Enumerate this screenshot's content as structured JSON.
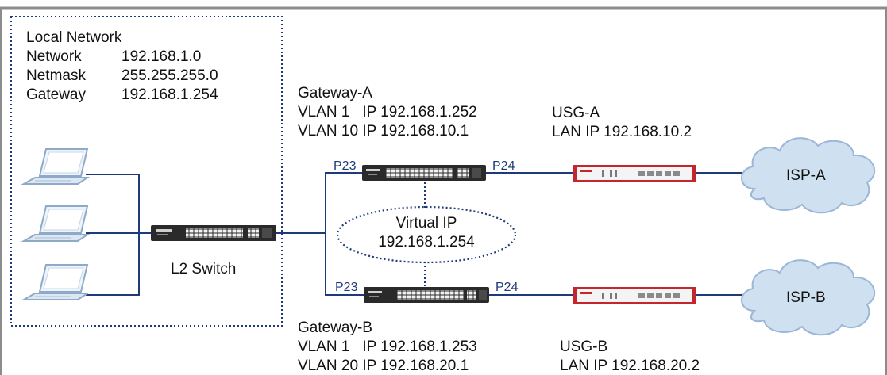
{
  "colors": {
    "frame": "#8c8c8c",
    "link": "#1f3a7a",
    "dotted": "#1f3a7a",
    "cloud_fill": "#cfe0f0",
    "cloud_stroke": "#9bb6d6",
    "usg_red": "#c4262e",
    "switch_body": "#2a2a2a"
  },
  "local_network": {
    "title": "Local Network",
    "rows": [
      {
        "key": "Network",
        "value": "192.168.1.0"
      },
      {
        "key": "Netmask",
        "value": "255.255.255.0"
      },
      {
        "key": "Gateway",
        "value": "192.168.1.254"
      }
    ]
  },
  "l2_switch": {
    "label": "L2 Switch",
    "icon": "switch-icon"
  },
  "gateway_a": {
    "title": "Gateway-A",
    "lines": [
      "VLAN 1   IP 192.168.1.252",
      "VLAN 10 IP 192.168.10.1"
    ],
    "port_left": "P23",
    "port_right": "P24"
  },
  "gateway_b": {
    "title": "Gateway-B",
    "lines": [
      "VLAN 1   IP 192.168.1.253",
      "VLAN 20 IP 192.168.20.1"
    ],
    "port_left": "P23",
    "port_right": "P24"
  },
  "virtual_ip": {
    "title": "Virtual IP",
    "address": "192.168.1.254"
  },
  "usg_a": {
    "title": "USG-A",
    "lan": "LAN IP 192.168.10.2",
    "icon": "firewall-icon"
  },
  "usg_b": {
    "title": "USG-B",
    "lan": "LAN IP 192.168.20.2",
    "icon": "firewall-icon"
  },
  "isp_a": {
    "label": "ISP-A",
    "icon": "cloud-icon"
  },
  "isp_b": {
    "label": "ISP-B",
    "icon": "cloud-icon"
  },
  "computers": [
    "laptop-icon",
    "laptop-icon",
    "laptop-icon"
  ]
}
